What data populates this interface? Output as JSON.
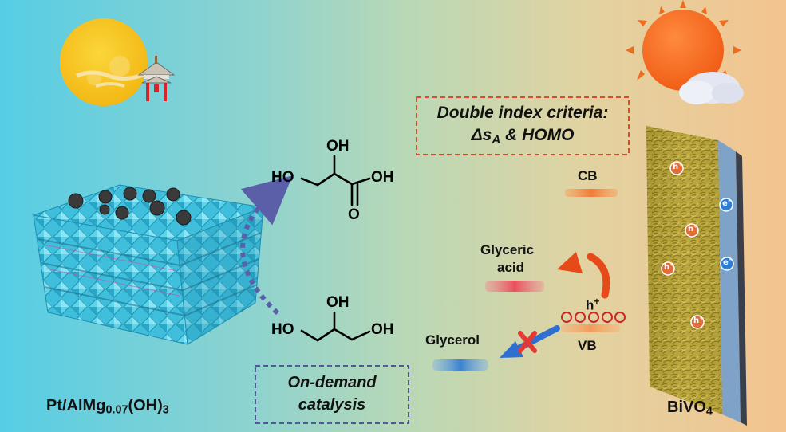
{
  "left_material": {
    "prefix": "Pt/AlMg",
    "sub": "0.07",
    "suffix": "(OH)",
    "sub2": "3"
  },
  "right_material": {
    "prefix": "BiVO",
    "sub": "4"
  },
  "criteria_box": {
    "line1": "Double index criteria:",
    "line2_delta": "Δs",
    "line2_sub": "A",
    "line2_rest": " & HOMO"
  },
  "on_demand_box": {
    "line1": "On-demand",
    "line2": "catalysis"
  },
  "levels": {
    "cb": "CB",
    "vb": "VB",
    "hole": "h",
    "hole_charge": "+"
  },
  "products": {
    "glyceric_line1": "Glyceric",
    "glyceric_line2": "acid",
    "glycerol": "Glycerol"
  },
  "molecules": {
    "glyceric": {
      "oh_top": "OH",
      "ho_left": "HO",
      "oh_right": "OH",
      "o_bottom": "O"
    },
    "glycerol": {
      "oh_top": "OH",
      "ho_left": "HO",
      "oh_right": "OH"
    }
  },
  "bivo4_carriers": {
    "hole": "h",
    "hole_charge": "+",
    "electron": "e",
    "electron_charge": "−"
  },
  "colors": {
    "bg_left": "#56cde5",
    "bg_right": "#f3c48f",
    "criteria_border": "#e0492c",
    "on_demand_border": "#55569a",
    "cb_bar": "#ef7b37",
    "vb_bar": "#f19d5c",
    "glyceric_bar": "#e8505d",
    "glycerol_bar": "#3b82d0",
    "curved_arrow": "#e64a19",
    "cross": "#e53935",
    "blocked_arrow": "#2f6fd1",
    "sun": "#f26a1b",
    "moon": "#f7c21a",
    "crystal": "#3ec2dc",
    "particle": "#3a3a3a",
    "film": "#b9a53a",
    "hole_dot": "#e36c3b",
    "electron_dot": "#2a7ed6"
  }
}
